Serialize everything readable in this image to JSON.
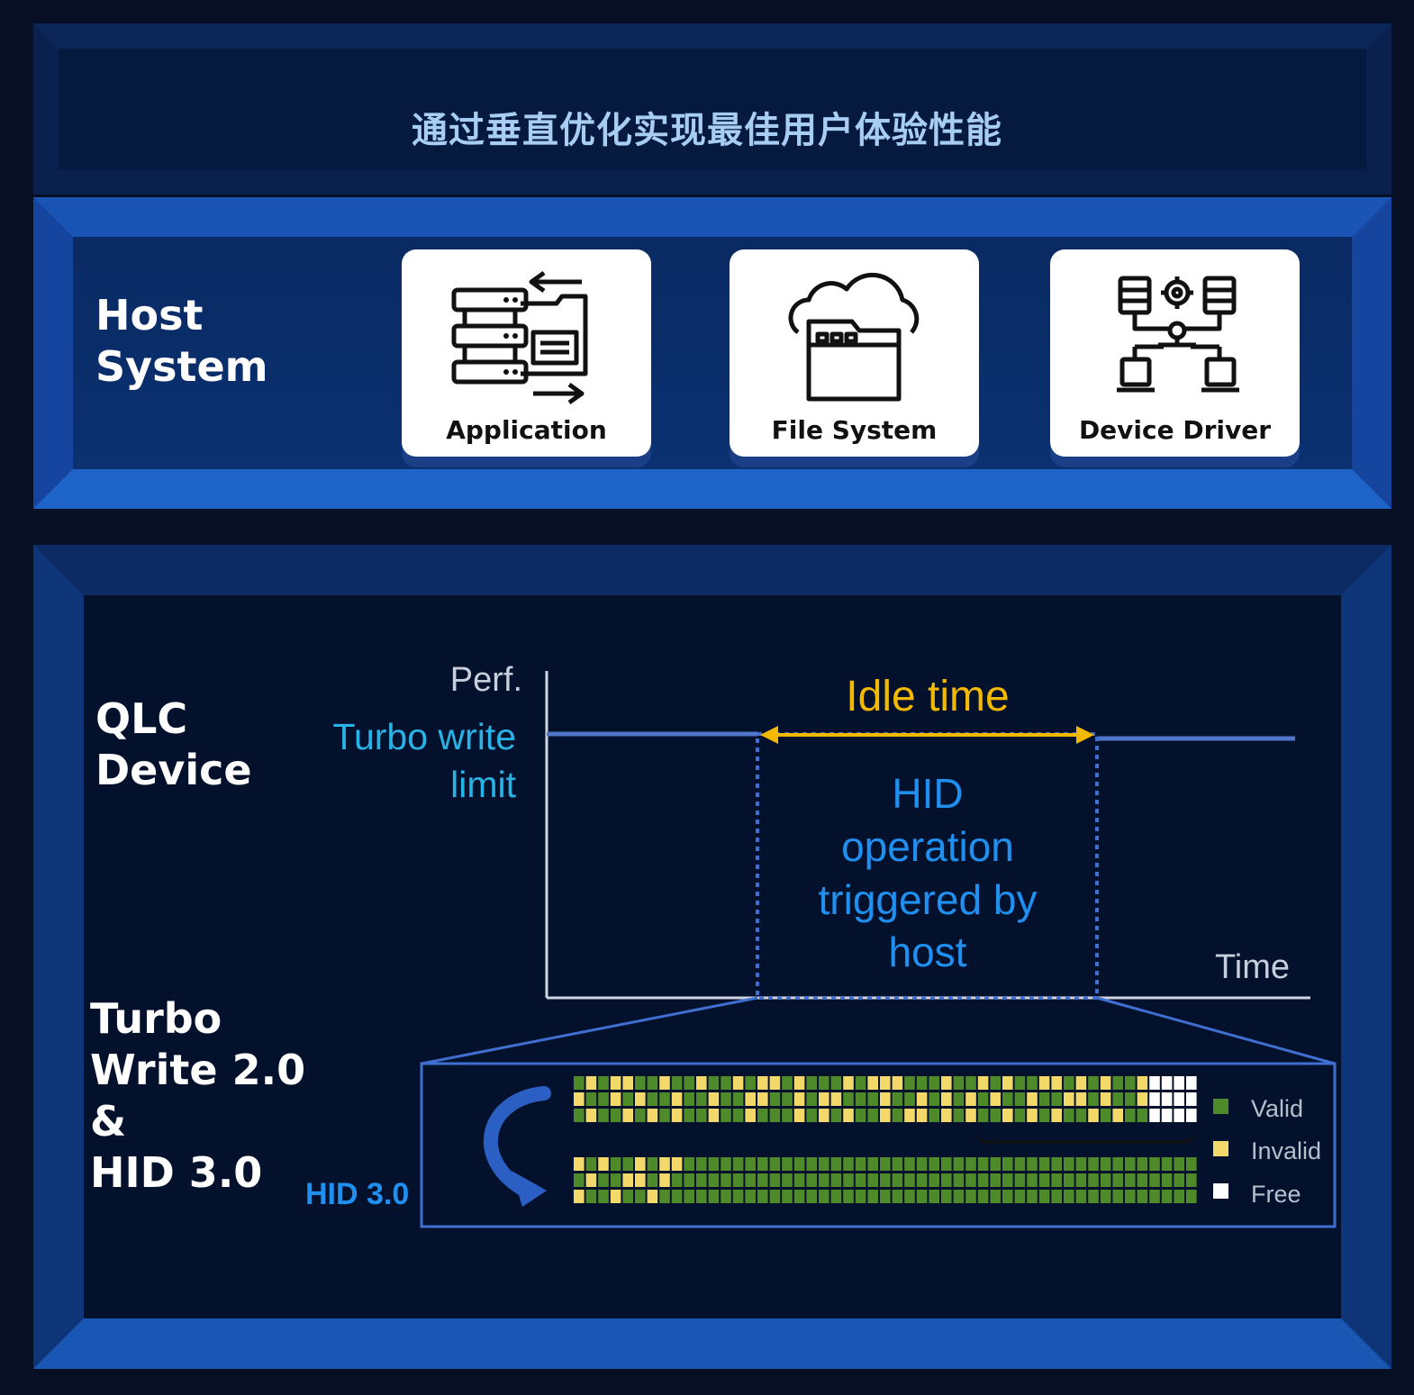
{
  "title": "通过垂直优化实现最佳用户体验性能",
  "host": {
    "label_line1": "Host",
    "label_line2": "System",
    "cards": [
      {
        "label": "Application",
        "icon": "server-transfer-icon"
      },
      {
        "label": "File System",
        "icon": "cloud-folder-icon"
      },
      {
        "label": "Device Driver",
        "icon": "network-gear-icon"
      }
    ]
  },
  "device": {
    "qlc_line1": "QLC",
    "qlc_line2": "Device",
    "turbo_lines": [
      "Turbo",
      "Write 2.0",
      "&",
      "HID 3.0"
    ],
    "hid_tag": "HID 3.0"
  },
  "chart": {
    "y_axis_label": "Perf.",
    "x_axis_label": "Time",
    "limit_label_line1": "Turbo write",
    "limit_label_line2": "limit",
    "idle_label": "Idle time",
    "hid_text_lines": [
      "HID",
      "operation",
      "triggered by",
      "host"
    ]
  },
  "block_map": {
    "legend": [
      {
        "label": "Valid",
        "color": "#4f8a2a"
      },
      {
        "label": "Invalid",
        "color": "#f3d86a"
      },
      {
        "label": "Free",
        "color": "#ffffff"
      }
    ],
    "before_rows": [
      "VIVIIVVIVVIVVIVIIVIVVVIVIIIVVVIVVIVIVVIIVIVIVVIFFFF",
      "IVVIVIVVIVVIVVIIVVIVIIVVVIVVIVIVIVIVVIVVIIVIVVIFFFF",
      "VIVVIVIVIVVIVVIVVVIVIVIVVIVIIVIVIVVIVIVIVVIVIVVFFFF"
    ],
    "after_rows": [
      "IVIVVIVIIVVVVVVVVVVVVVVVVVVVVVVVVVVVVVVVVVVVVVVVVVV",
      "VIVVIIVIVVVVVVVVVVVVVVVVVVVVVVVVVVVVVVVVVVVVVVVVVVV",
      "IVVIVVIVVVVVVVVVVVVVVVVVVVVVVVVVVVVVVVVVVVVVVVVVVVV"
    ]
  },
  "colors": {
    "accent_blue": "#1f8ff0",
    "idle_yellow": "#f2b900",
    "cyan_label": "#27b3e6",
    "limit_line": "#4f76c9"
  }
}
